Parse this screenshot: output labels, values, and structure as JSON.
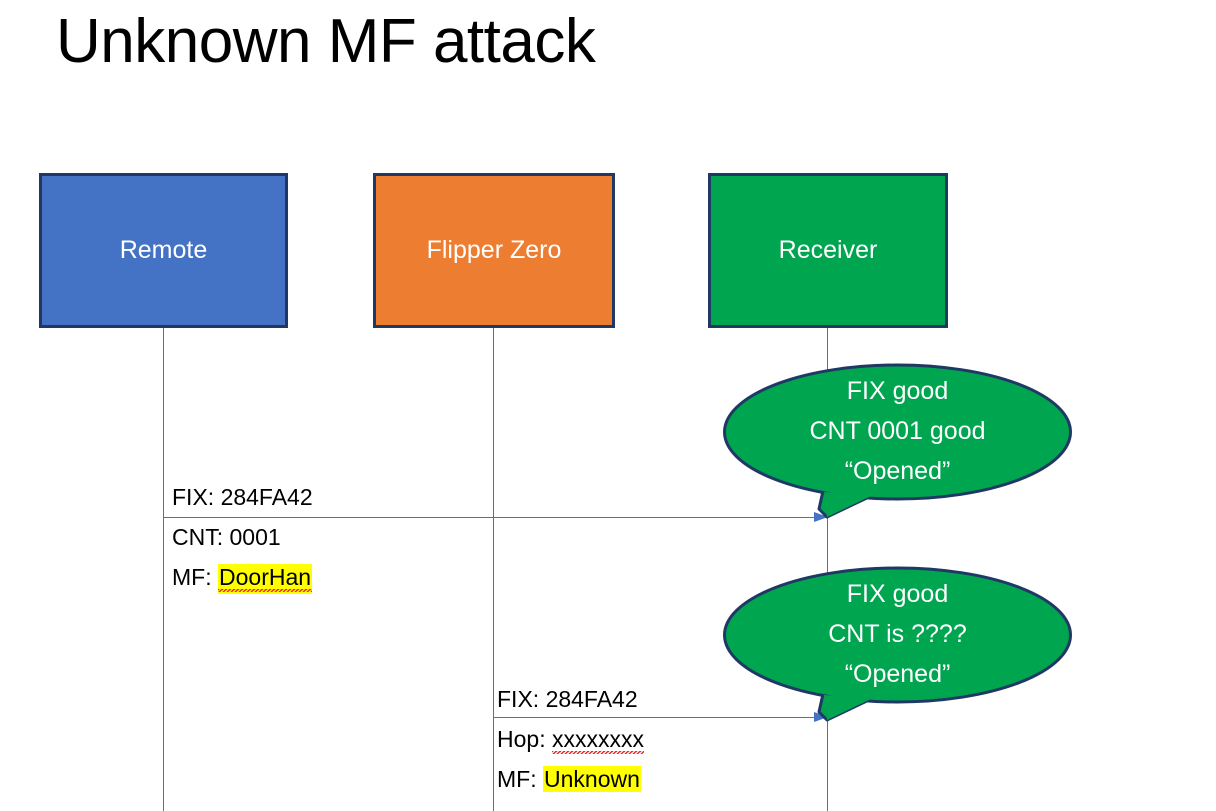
{
  "slide": {
    "title": "Unknown MF attack",
    "background": "#FFFFFF"
  },
  "colors": {
    "remote_fill": "#4472C4",
    "flipper_fill": "#ED7D31",
    "receiver_fill": "#00A550",
    "box_border": "#1F3864",
    "lifeline": "#4472C4",
    "arrow": "#4472C4",
    "bubble_fill": "#00A550",
    "bubble_border": "#1F3864",
    "highlight": "#FFFF00",
    "spellcheck_underline": "#E03030",
    "text_dark": "#000000",
    "text_light": "#FFFFFF"
  },
  "actors": [
    {
      "id": "remote",
      "label": "Remote"
    },
    {
      "id": "flipper",
      "label": "Flipper Zero"
    },
    {
      "id": "receiver",
      "label": "Receiver"
    }
  ],
  "messages": [
    {
      "id": "msg1",
      "from": "remote",
      "to": "receiver",
      "lines": [
        {
          "label": "FIX: ",
          "value": "284FA42",
          "highlighted": false,
          "spellcheck_error": false
        },
        {
          "label": "CNT: ",
          "value": "0001",
          "highlighted": false,
          "spellcheck_error": false
        },
        {
          "label": "MF: ",
          "value": "DoorHan",
          "highlighted": true,
          "spellcheck_error": true
        }
      ]
    },
    {
      "id": "msg2",
      "from": "flipper",
      "to": "receiver",
      "lines": [
        {
          "label": "FIX: ",
          "value": "284FA42",
          "highlighted": false,
          "spellcheck_error": false
        },
        {
          "label": "Hop: ",
          "value": "xxxxxxxx",
          "highlighted": false,
          "spellcheck_error": true
        },
        {
          "label": "MF: ",
          "value": "Unknown",
          "highlighted": true,
          "spellcheck_error": false
        }
      ]
    }
  ],
  "bubbles": [
    {
      "id": "bubble1",
      "attached_to": "msg1",
      "lines": [
        "FIX good",
        "CNT 0001 good",
        "“Opened”"
      ]
    },
    {
      "id": "bubble2",
      "attached_to": "msg2",
      "lines": [
        "FIX good",
        "CNT is ????",
        "“Opened”"
      ]
    }
  ]
}
